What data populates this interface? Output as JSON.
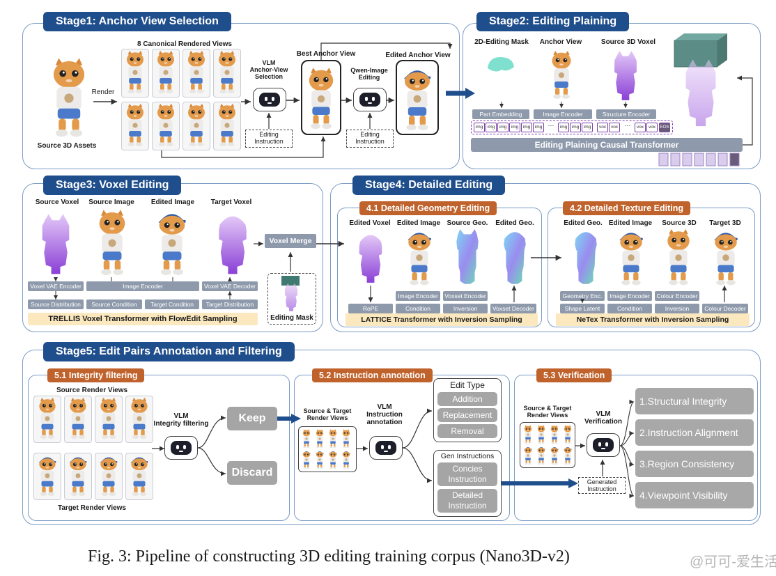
{
  "stage1": {
    "title": "Stage1: Anchor View Selection",
    "source_label": "Source 3D Assets",
    "render_label": "Render",
    "canonical_label": "8 Canonical Rendered Views",
    "vlm_label": "VLM\nAnchor-View\nSelection",
    "editing_instruction": "Editing\nInstruction",
    "best_anchor": "Best Anchor View",
    "qwen_label": "Qwen-Image\nEditing",
    "editing_instruction2": "Editing\nInstruction",
    "edited_anchor": "Edited Anchor View"
  },
  "stage2": {
    "title": "Stage2: Editing Plaining",
    "mask_label": "2D-Editing Mask",
    "anchor_label": "Anchor View",
    "voxel_label": "Source 3D Voxel",
    "part_embedding": "Part Embedding",
    "image_encoder": "Image Encoder",
    "structure_encoder": "Structure Encoder",
    "tokens_img": "img",
    "tokens_vox": "vox",
    "tokens_eos": "EOS",
    "ellipsis": "···",
    "transformer": "Editing Plaining Causal Transformer"
  },
  "stage3": {
    "title": "Stage3: Voxel Editing",
    "cols": [
      "Source Voxel",
      "Source Image",
      "Edited Image",
      "Target Voxel"
    ],
    "vae_encoder": "Voxel VAE Encoder",
    "image_encoder": "Image Encoder",
    "vae_decoder": "Voxel VAE Decoder",
    "source_distribution": "Source Distribution",
    "source_condition": "Source Condition",
    "target_condition": "Target Condition",
    "target_distribution": "Target Distribution",
    "trellis": "TRELLIS Voxel Transformer with FlowEdit Sampling",
    "voxel_merge": "Voxel Merge",
    "editing_mask": "Editing Mask"
  },
  "stage4": {
    "title": "Stage4: Detailed Editing",
    "geo_title": "4.1 Detailed Geometry Editing",
    "geo_cols": [
      "Edited Voxel",
      "Edited Image",
      "Source Geo.",
      "Edited Geo."
    ],
    "rope": "RoPE",
    "geo_image_encoder": "Image Encoder",
    "voxset_encoder": "Voxset Encoder",
    "voxset_decoder": "Voxset Decoder",
    "condition": "Condition",
    "inversion": "Inversion",
    "lattice": "LATTICE Transformer with Inversion Sampling",
    "tex_title": "4.2 Detailed Texture Editing",
    "tex_cols": [
      "Edited Geo.",
      "Edited Image",
      "Source 3D",
      "Target 3D"
    ],
    "geometry_enc": "Geometry Enc.",
    "tex_image_encoder": "Image Encoder",
    "colour_encoder": "Colour Encoder",
    "shape_latent": "Shape Latent",
    "tex_condition": "Condition",
    "tex_inversion": "Inversion",
    "colour_decoder": "Colour Decoder",
    "netex": "NeTex Transformer with Inversion Sampling"
  },
  "stage5": {
    "title": "Stage5: Edit Pairs Annotation and Filtering",
    "integrity_title": "5.1 Integrity filtering",
    "source_views": "Source Render Views",
    "target_views": "Target Render Views",
    "vlm_integrity": "VLM\nIntegrity filtering",
    "keep": "Keep",
    "discard": "Discard",
    "annotation_title": "5.2 Instruction annotation",
    "src_tgt_views": "Source & Target\nRender Views",
    "vlm_annotation": "VLM\nInstruction\nannotation",
    "edit_type": "Edit Type",
    "edit_types": [
      "Addition",
      "Replacement",
      "Removal"
    ],
    "gen_instructions": "Gen Instructions",
    "concise": "Concies\nInstruction",
    "detailed": "Detailed\nInstruction",
    "verification_title": "5.3 Verification",
    "src_tgt_views2": "Source & Target\nRender Views",
    "vlm_verification": "VLM\nVerification",
    "generated_instruction": "Generated\nInstruction",
    "checks": [
      "1.Structural Integrity",
      "2.Instruction Alignment",
      "3.Region Consistency",
      "4.Viewpoint Visibility"
    ]
  },
  "caption": "Fig. 3: Pipeline of constructing 3D editing training corpus (Nano3D-v2)",
  "watermark": "@可可-爱生活",
  "colors": {
    "stage_title": "#1f4e8c",
    "sub_title": "#c0622b",
    "panel_border": "#7a9cc6",
    "grey_box": "#8e9aab",
    "yellow_bar": "#fbe8bf",
    "voxel_purple": "#9b5de5",
    "arrow_blue": "#1f4e8c"
  }
}
